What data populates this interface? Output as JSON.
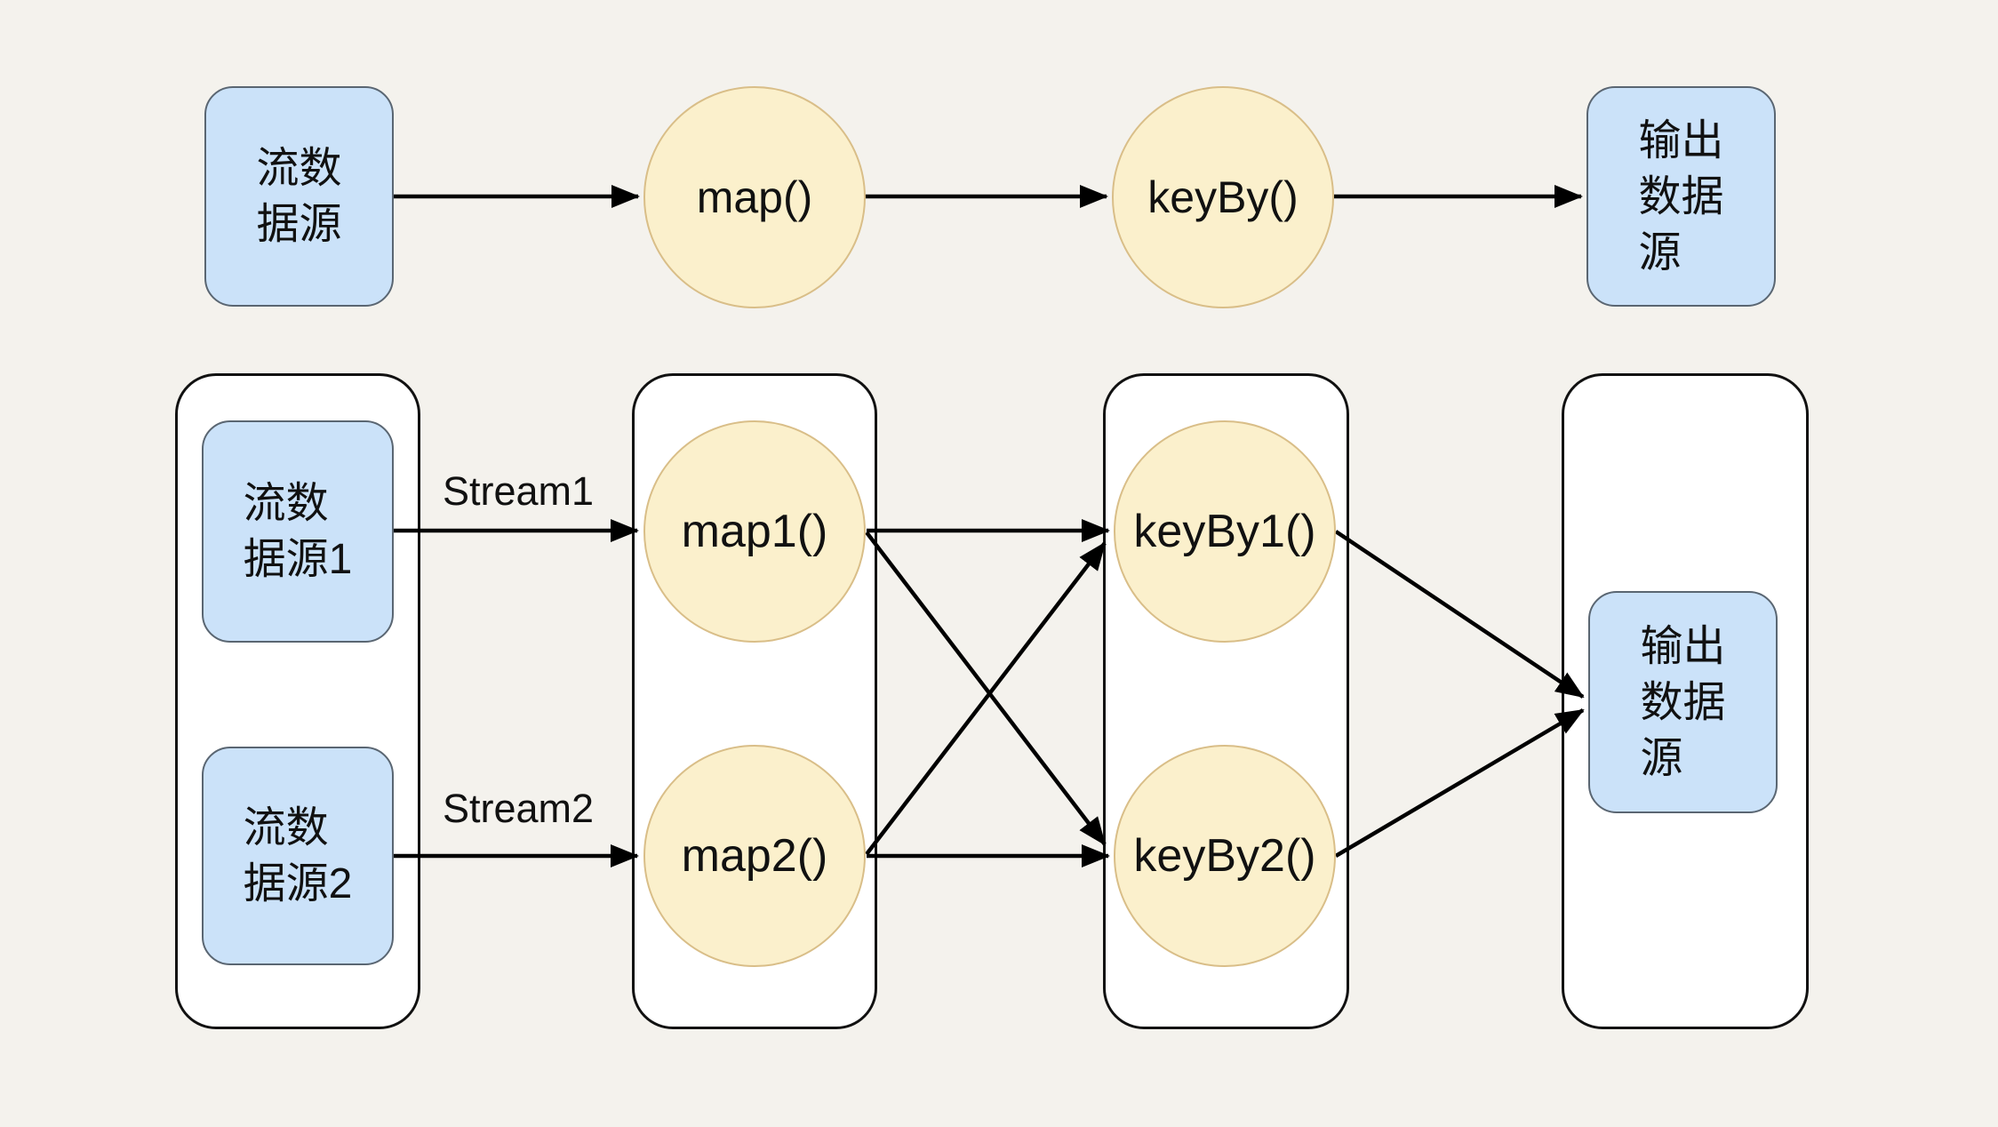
{
  "diagram_title": "flink-stream-operator-parallel-dataflow",
  "colors": {
    "background": "#F4F2ED",
    "source_sink_fill": "#CBE2F9",
    "source_sink_border": "#5A6672",
    "operator_fill": "#FBF0CC",
    "operator_border": "#D9BE88",
    "container_fill": "#FFFFFF",
    "container_border": "#111111",
    "arrow": "#000000"
  },
  "top_flow": {
    "source": {
      "label": "流数\n据源"
    },
    "map": {
      "label": "map()"
    },
    "keyby": {
      "label": "keyBy()"
    },
    "sink": {
      "label": "输出\n数据\n源"
    }
  },
  "bottom_flow": {
    "sources": [
      {
        "label": "流数\n据源1"
      },
      {
        "label": "流数\n据源2"
      }
    ],
    "stream_labels": [
      {
        "text": "Stream1"
      },
      {
        "text": "Stream2"
      }
    ],
    "maps": [
      {
        "label": "map1()"
      },
      {
        "label": "map2()"
      }
    ],
    "keybys": [
      {
        "label": "keyBy1()"
      },
      {
        "label": "keyBy2()"
      }
    ],
    "sink": {
      "label": "输出\n数据\n源"
    }
  }
}
